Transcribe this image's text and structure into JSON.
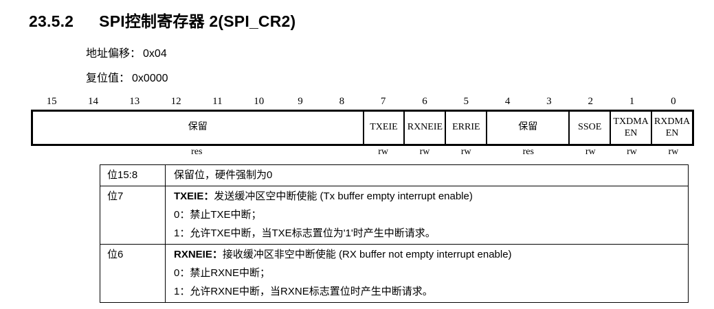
{
  "page": {
    "section_number": "23.5.2",
    "title": "SPI控制寄存器 2(SPI_CR2)",
    "address_offset_label": "地址偏移：",
    "address_offset_value": "0x04",
    "reset_value_label": "复位值：",
    "reset_value_value": "0x0000"
  },
  "register_diagram": {
    "bit_numbers": [
      "15",
      "14",
      "13",
      "12",
      "11",
      "10",
      "9",
      "8",
      "7",
      "6",
      "5",
      "4",
      "3",
      "2",
      "1",
      "0"
    ],
    "fields": [
      {
        "id": "reserved-15-8",
        "label": "保留",
        "span": 8,
        "access": "res"
      },
      {
        "id": "txeie",
        "label": "TXEIE",
        "span": 1,
        "access": "rw"
      },
      {
        "id": "rxneie",
        "label": "RXNEIE",
        "span": 1,
        "access": "rw"
      },
      {
        "id": "errie",
        "label": "ERRIE",
        "span": 1,
        "access": "rw"
      },
      {
        "id": "reserved-4-3",
        "label": "保留",
        "span": 2,
        "access": "res"
      },
      {
        "id": "ssoe",
        "label": "SSOE",
        "span": 1,
        "access": "rw"
      },
      {
        "id": "txdmaen",
        "label": "TXDMA\nEN",
        "span": 1,
        "access": "rw"
      },
      {
        "id": "rxdmaen",
        "label": "RXDMA\nEN",
        "span": 1,
        "access": "rw"
      }
    ]
  },
  "description_table": {
    "rows": [
      {
        "bits": "位15:8",
        "lines": [
          {
            "text": "保留位，硬件强制为0"
          }
        ]
      },
      {
        "bits": "位7",
        "lines": [
          {
            "bold": "TXEIE：",
            "text": "发送缓冲区空中断使能 (Tx buffer empty interrupt enable)"
          },
          {
            "text": "0：禁止TXE中断；"
          },
          {
            "text": "1：允许TXE中断，当TXE标志置位为'1'时产生中断请求。"
          }
        ]
      },
      {
        "bits": "位6",
        "lines": [
          {
            "bold": "RXNEIE：",
            "text": "接收缓冲区非空中断使能 (RX buffer not empty interrupt enable)"
          },
          {
            "text": "0：禁止RXNE中断；"
          },
          {
            "text": "1：允许RXNE中断，当RXNE标志置位时产生中断请求。"
          }
        ]
      }
    ]
  }
}
